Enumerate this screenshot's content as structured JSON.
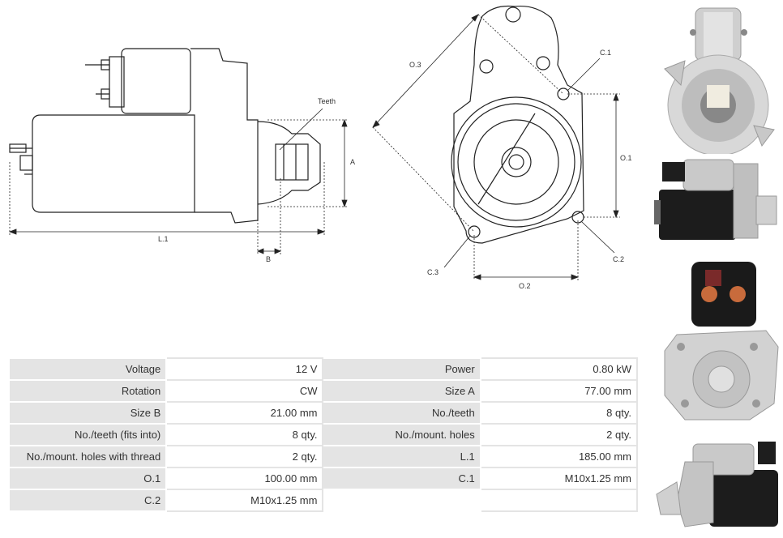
{
  "drawing": {
    "labels": {
      "teeth": "Teeth",
      "a": "A",
      "b": "B",
      "l1": "L.1",
      "o3": "O.3",
      "c1": "C.1",
      "o1": "O.1",
      "c2": "C.2",
      "c3": "C.3",
      "o2": "O.2"
    }
  },
  "specs": {
    "rows": [
      {
        "l1": "Voltage",
        "v1": "12 V",
        "l2": "Power",
        "v2": "0.80 kW"
      },
      {
        "l1": "Rotation",
        "v1": "CW",
        "l2": "Size A",
        "v2": "77.00 mm"
      },
      {
        "l1": "Size B",
        "v1": "21.00 mm",
        "l2": "No./teeth",
        "v2": "8 qty."
      },
      {
        "l1": "No./teeth (fits into)",
        "v1": "8 qty.",
        "l2": "No./mount. holes",
        "v2": "2 qty."
      },
      {
        "l1": "No./mount. holes with thread",
        "v1": "2 qty.",
        "l2": "L.1",
        "v2": "185.00 mm"
      },
      {
        "l1": "O.1",
        "v1": "100.00 mm",
        "l2": "C.1",
        "v2": "M10x1.25 mm"
      },
      {
        "l1": "C.2",
        "v1": "M10x1.25 mm",
        "l2": "",
        "v2": ""
      }
    ]
  },
  "photos": [
    {
      "icon": "starter-front-view-photo"
    },
    {
      "icon": "starter-side-view-photo"
    },
    {
      "icon": "starter-rear-view-photo"
    },
    {
      "icon": "starter-angle-view-photo"
    }
  ]
}
